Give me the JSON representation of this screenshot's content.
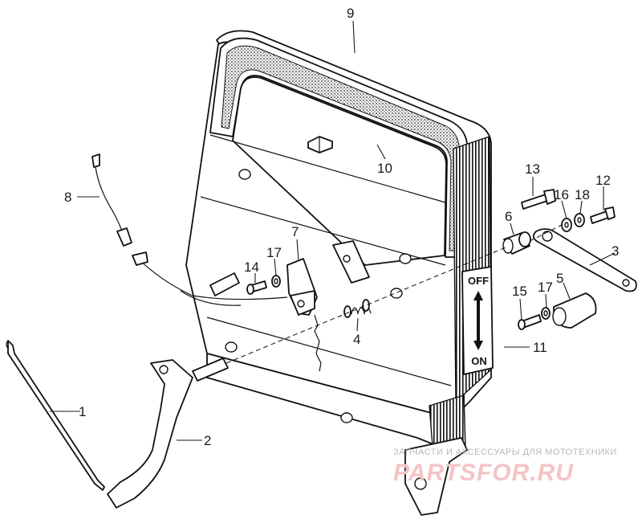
{
  "callouts": [
    {
      "id": "1",
      "label": "1"
    },
    {
      "id": "2",
      "label": "2"
    },
    {
      "id": "3",
      "label": "3"
    },
    {
      "id": "4",
      "label": "4"
    },
    {
      "id": "5",
      "label": "5"
    },
    {
      "id": "6",
      "label": "6"
    },
    {
      "id": "7",
      "label": "7"
    },
    {
      "id": "8",
      "label": "8"
    },
    {
      "id": "9",
      "label": "9"
    },
    {
      "id": "10",
      "label": "10"
    },
    {
      "id": "11",
      "label": "11"
    },
    {
      "id": "12",
      "label": "12"
    },
    {
      "id": "13",
      "label": "13"
    },
    {
      "id": "14",
      "label": "14"
    },
    {
      "id": "15",
      "label": "15"
    },
    {
      "id": "16",
      "label": "16"
    },
    {
      "id": "17a",
      "label": "17"
    },
    {
      "id": "17b",
      "label": "17"
    },
    {
      "id": "18",
      "label": "18"
    }
  ],
  "switch_label": {
    "off": "OFF",
    "on": "ON"
  },
  "watermark": {
    "caption": "ЗАПЧАСТИ И АКСЕССУАРЫ ДЛЯ МОТОТЕХНИКИ",
    "logo": "PARTSFOR.RU"
  },
  "colors": {
    "line": "#111111",
    "background": "#ffffff",
    "watermark_logo": "#f4c4c4",
    "watermark_text": "#b8b8b8"
  }
}
